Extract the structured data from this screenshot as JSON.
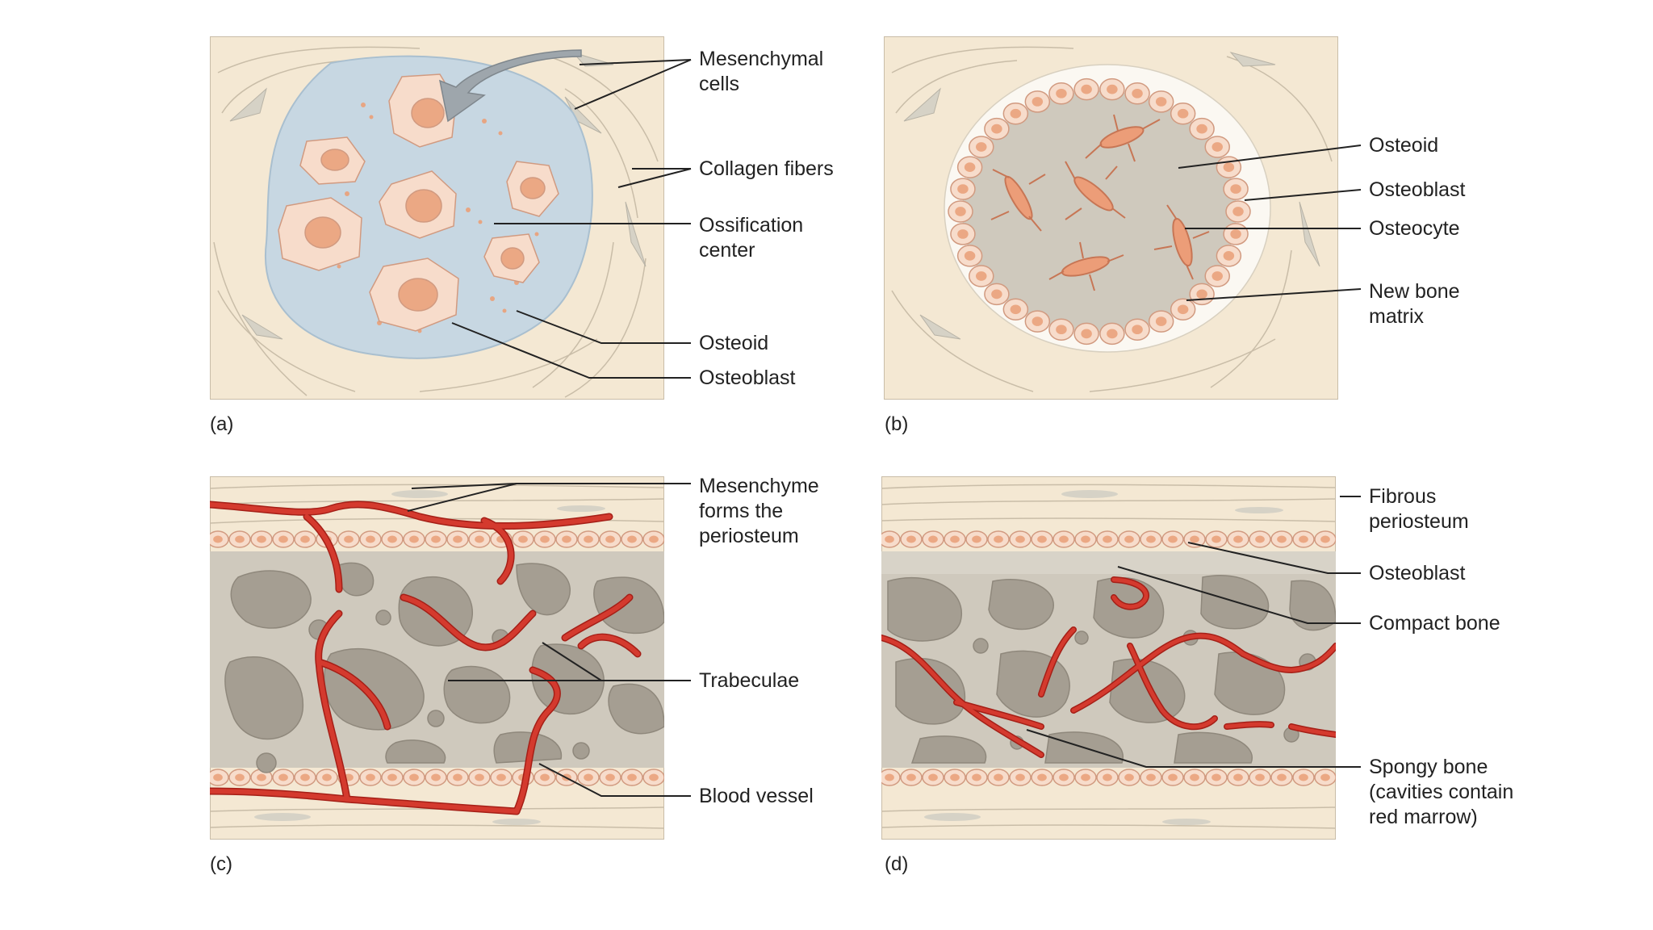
{
  "colors": {
    "tissue": "#f4e8d3",
    "fiber": "#c9bda8",
    "ossification_center": "#c7d7e2",
    "cell_fill": "#f7dccb",
    "nucleus": "#eba884",
    "bone": "#cfc9bd",
    "cavity": "#a59e92",
    "vessel": "#d43a2e",
    "vessel_dark": "#a51f17",
    "leader": "#222222"
  },
  "panels": {
    "a": {
      "letter": "(a)",
      "labels": {
        "mesenchymal_cells": "Mesenchymal\ncells",
        "collagen_fibers": "Collagen fibers",
        "ossification_center": "Ossification\ncenter",
        "osteoid": "Osteoid",
        "osteoblast": "Osteoblast"
      }
    },
    "b": {
      "letter": "(b)",
      "labels": {
        "osteoid": "Osteoid",
        "osteoblast": "Osteoblast",
        "osteocyte": "Osteocyte",
        "new_bone_matrix": "New bone\nmatrix"
      }
    },
    "c": {
      "letter": "(c)",
      "labels": {
        "mesenchyme": "Mesenchyme\nforms the\nperiosteum",
        "trabeculae": "Trabeculae",
        "blood_vessel": "Blood vessel"
      }
    },
    "d": {
      "letter": "(d)",
      "labels": {
        "fibrous_periosteum": "Fibrous\nperiosteum",
        "osteoblast": "Osteoblast",
        "compact_bone": "Compact bone",
        "spongy_bone": "Spongy bone\n(cavities contain\nred marrow)"
      }
    }
  }
}
